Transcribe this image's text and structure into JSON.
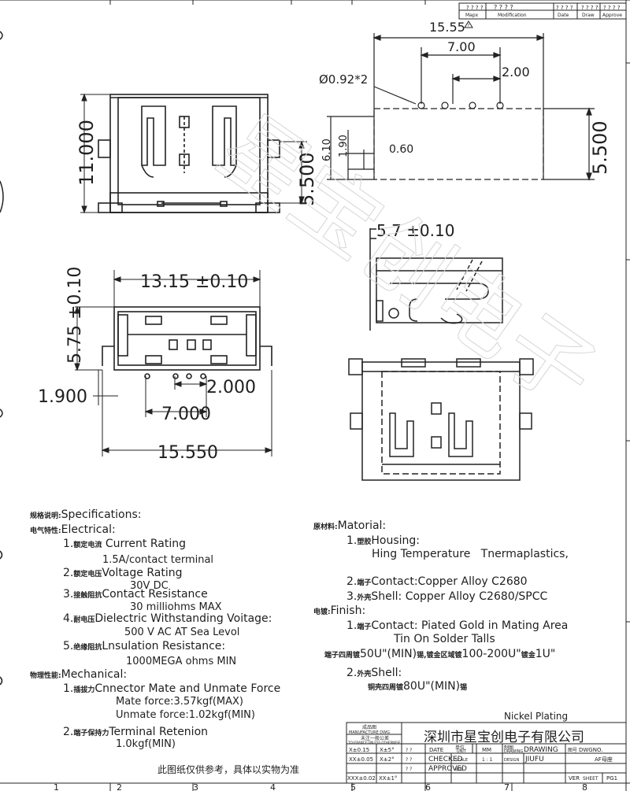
{
  "revision_block": {
    "headers": [
      "Mapx",
      "Modification",
      "Date",
      "Draw",
      "Approve"
    ],
    "placeholder": "? ? ? ?"
  },
  "dimensions": {
    "top_overall_length": "15.55",
    "top_pad_pitch_total": "7.00",
    "top_pad_pitch": "2.00",
    "hole_diameter": "Ø0.92*2",
    "side_6_10": "6.10",
    "side_1_90": "1.90",
    "side_0_60": "0.60",
    "right_height": "5.500",
    "left_height": "11.000",
    "left_small_height": "5.500",
    "side_view_depth": "5.7 ±0.10",
    "front_width": "13.15 ±0.10",
    "front_height": "5.75 ±0.10",
    "front_pin_offset": "1.900",
    "front_pitch": "2.000",
    "front_pitch_total": "7.000",
    "front_overall": "15.550"
  },
  "watermark": "星宝创电子",
  "specifications": {
    "title_cn": "规格说明:",
    "title": "Specifications:",
    "electrical_cn": "电气特性:",
    "electrical": "Electrical:",
    "current_no": "1.",
    "current_cn": "额定电流",
    "current_label": "Current Rating",
    "current_value": "1.5A/contact terminal",
    "voltage_no": "2.",
    "voltage_cn": "额定电压",
    "voltage_label": "Voltage Rating",
    "voltage_value": "30V DC",
    "contact_no": "3.",
    "contact_cn": "接触阻抗",
    "contact_label": "Contact Resistance",
    "contact_value": "30 milliohms MAX",
    "dielectric_no": "4.",
    "dielectric_cn": "耐电压",
    "dielectric_label": "Dielectric Withstanding Voitage:",
    "dielectric_value": "500 V AC AT Sea Levol",
    "insulation_no": "5.",
    "insulation_cn": "绝缘阻抗",
    "insulation_label": "Lnsulation Resistance:",
    "insulation_value": "1000MEGA ohms MIN",
    "mechanical_cn": "物理性能:",
    "mechanical": "Mechanical:",
    "mate_no": "1.",
    "mate_cn": "插拔力",
    "mate_label": "Cnnector Mate and Unmate Force",
    "mate_value": "Mate force:3.57kgf(MAX)",
    "unmate_value": "Unmate force:1.02kgf(MIN)",
    "retention_no": "2.",
    "retention_cn": "端子保持力",
    "retention_label": "Terminal Retenion",
    "retention_value": "1.0kgf(MIN)"
  },
  "material": {
    "title_cn": "原材料:",
    "title": "Matorial:",
    "housing_no": "1.",
    "housing_cn": "塑胶",
    "housing_label": "Housing:",
    "housing_value": "Hing Temperature   Tnermaplastics,",
    "contact_no": "2.",
    "contact_cn": "端子",
    "contact_label": "Contact:Copper Alloy C2680",
    "shell_no": "3.",
    "shell_cn": "外壳",
    "shell_label": "Shell: Copper Alloy C2680/SPCC",
    "finish_cn": "电镀:",
    "finish": "Finish:",
    "fin_contact_no": "1.",
    "fin_contact_cn": "端子",
    "fin_contact_label": "Contact: Piated Gold in Mating Area",
    "fin_contact_value": "Tin On Solder Talls",
    "plating_line_cn1": "端子四周镀",
    "plating_line_en1": "50U\"(MIN)",
    "plating_line_cn2": "锡,镀金区域镀",
    "plating_line_en2": "100-200U\"",
    "plating_line_cn3": "镀金",
    "plating_line_en3": "1U\"",
    "fin_shell_no": "2.",
    "fin_shell_cn": "外壳",
    "fin_shell_label": "Shell:",
    "fin_shell_cn2": "铜壳四周镀",
    "fin_shell_value": "80U\"(MIN)",
    "fin_shell_cn3": "锡",
    "nickel": "Nickel Plating"
  },
  "title_block": {
    "prod_cn": "成品图",
    "prod_en": "MANUFACTURE DWG",
    "tol_cn": "未注一般公差",
    "tol_en": "TOLERANCE UNLESS OTHERWISE",
    "tol1": "X±0.15",
    "tol2": "X±5°",
    "tol3": "XX±0.05",
    "tol4": "X±2°",
    "tol5": "XXX±0.02",
    "tol6": "XX±1°",
    "company": "深圳市星宝创电子有限公司",
    "date": "DATE",
    "unit_cn": "单位",
    "unit": "UNIT",
    "unit_value": "MM",
    "drawing_cn": "制图",
    "drawing": "DRAWING",
    "drawing2": "DRAWING",
    "checked": "CHECKED",
    "scale": "SCALE",
    "scale_value": "1 : 1",
    "design": "DESIGN",
    "designer": "JIUFU",
    "approved": "APPROVED",
    "dwg_no": "DWGNO.",
    "dwgno_cn": "图号",
    "part_name": "AF母座",
    "version_cn": "版本",
    "ver": "VER",
    "sheet": "SHEET",
    "sheet_value": "PG1",
    "q": "? ?",
    "disclaimer": "此图纸仅供参考，具体以实物为准"
  },
  "grid": [
    "1",
    "2",
    "3",
    "4",
    "5",
    "6",
    "7",
    "8"
  ]
}
